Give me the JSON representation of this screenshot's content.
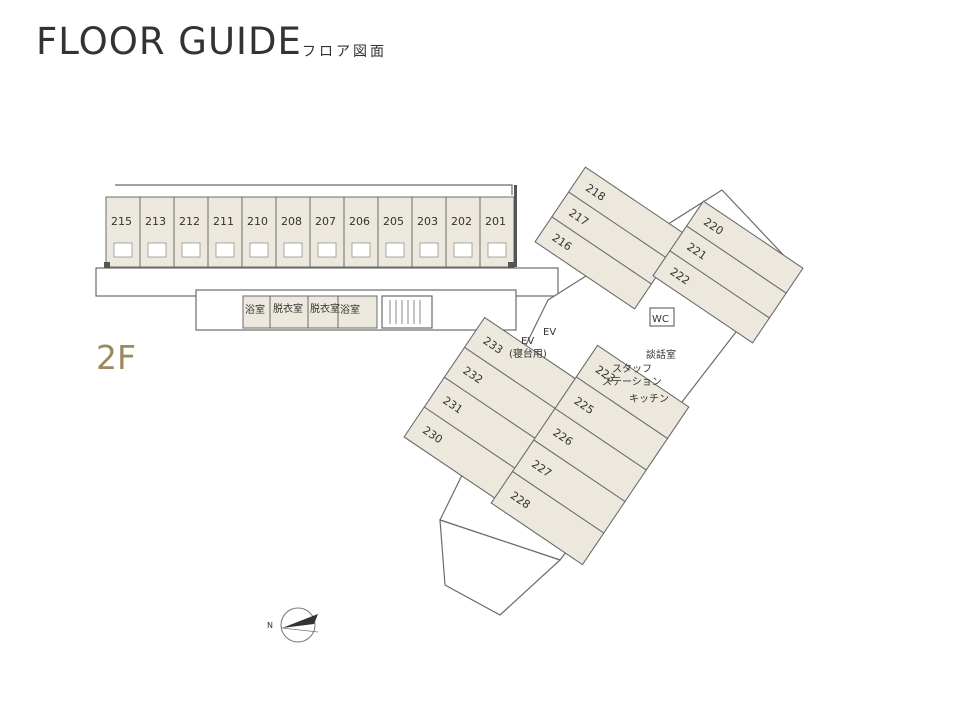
{
  "header": {
    "title": "FLOOR GUIDE",
    "subtitle": "フロア図面"
  },
  "floor_label": "2F",
  "rooms": {
    "wing_a": [
      "215",
      "213",
      "212",
      "211",
      "210",
      "208",
      "207",
      "206",
      "205",
      "203",
      "202",
      "201"
    ],
    "wing_b": [
      "218",
      "217",
      "216"
    ],
    "wing_c": [
      "220",
      "221",
      "222"
    ],
    "wing_d": [
      "233",
      "232",
      "231",
      "230"
    ],
    "wing_e": [
      "223",
      "225",
      "226",
      "227",
      "228"
    ]
  },
  "facilities": {
    "bath_1": "浴室",
    "changing_1": "脱衣室",
    "changing_2": "脱衣室",
    "bath_2": "浴室",
    "ev_1": "EV",
    "ev_2_line1": "EV",
    "ev_2_line2": "(寝台用)",
    "wc": "WC",
    "lounge": "談話室",
    "staff_line1": "スタッフ",
    "staff_line2": "ステーション",
    "kitchen": "キッチン"
  },
  "compass": {
    "north": "N"
  }
}
